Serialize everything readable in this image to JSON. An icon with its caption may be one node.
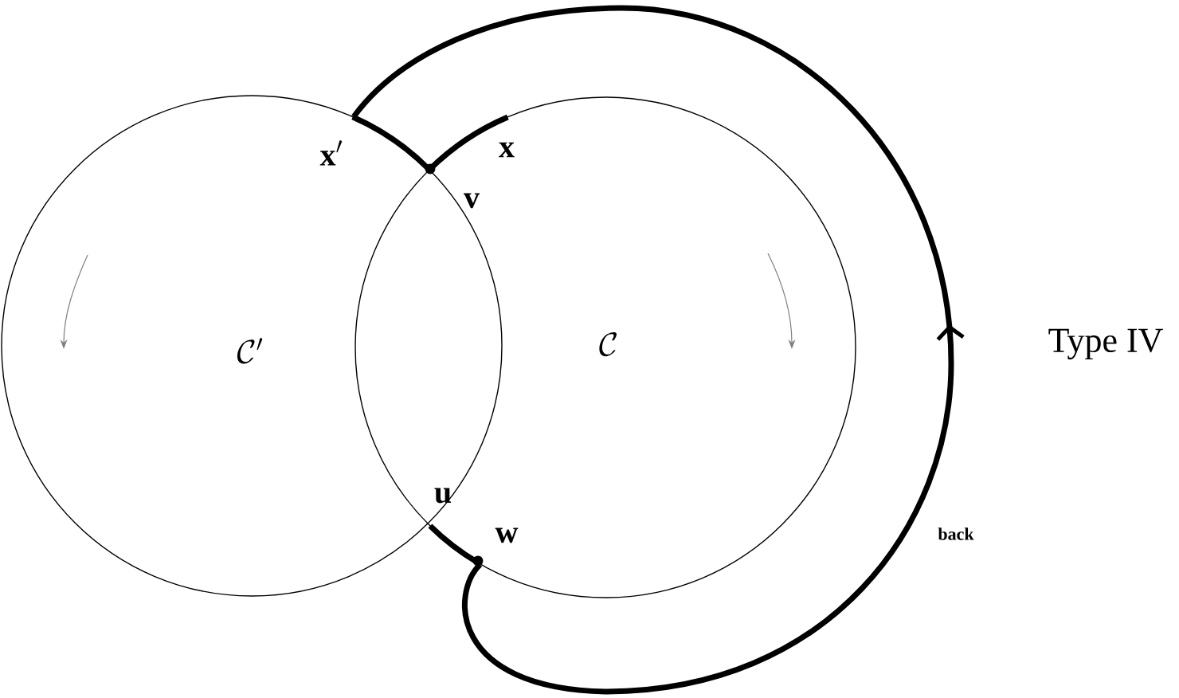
{
  "diagram": {
    "nodes": [
      {
        "text": [
          "\\mathcal{C}'"
        ]
      },
      {
        "text": [
          "\\mathcal{C}"
        ]
      }
    ],
    "edges": [
      {
        "from": 1,
        "to": 0,
        "arrow": "to",
        "label": "back"
      }
    ],
    "labels": [
      "\\mathbf{x}'",
      "\\mathbf{v}",
      "\\mathbf{x}",
      "\\mathbf{u}",
      "\\mathbf{w}",
      "Type IV"
    ]
  }
}
